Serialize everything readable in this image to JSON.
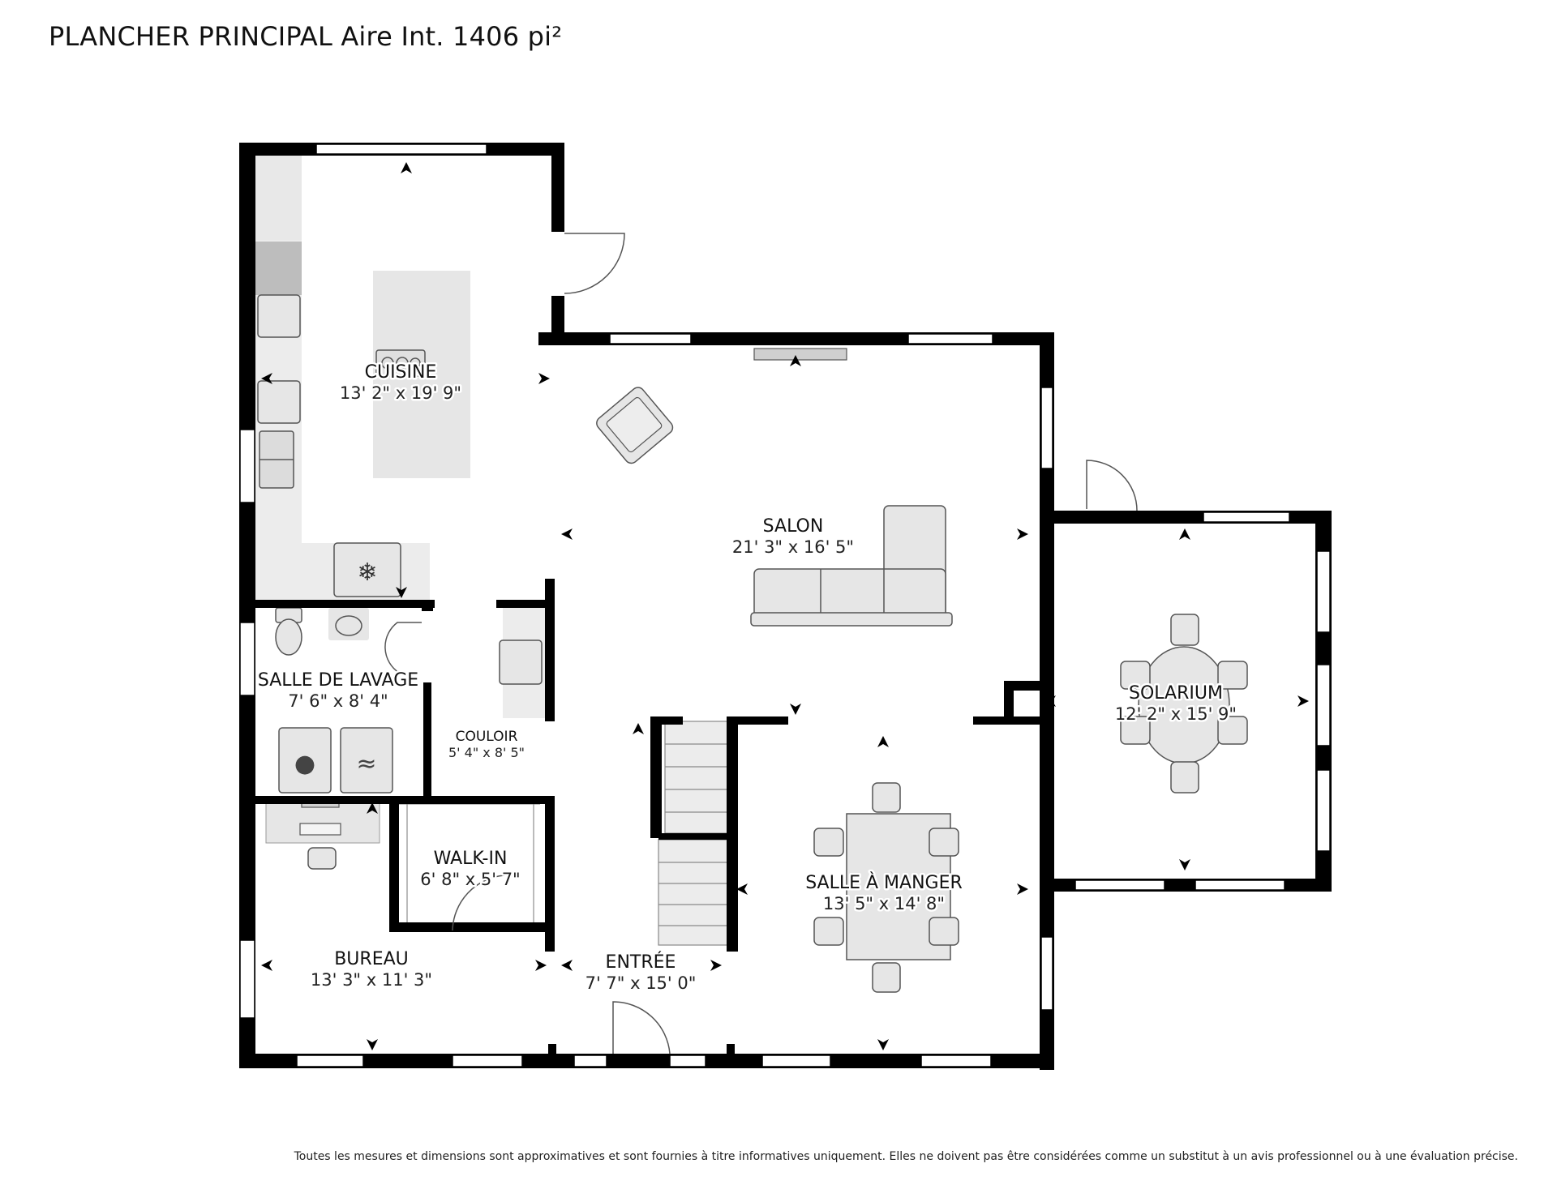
{
  "header": {
    "title": "PLANCHER PRINCIPAL Aire Int. 1406 pi²"
  },
  "rooms": {
    "cuisine": {
      "name": "CUISINE",
      "dims": "13' 2\" x 19' 9\""
    },
    "salon": {
      "name": "SALON",
      "dims": "21' 3\" x 16' 5\""
    },
    "salle_lavage": {
      "name": "SALLE DE LAVAGE",
      "dims": "7' 6\" x 8' 4\""
    },
    "couloir": {
      "name": "COULOIR",
      "dims": "5' 4\" x 8' 5\""
    },
    "walk_in": {
      "name": "WALK-IN",
      "dims": "6' 8\" x 5' 7\""
    },
    "bureau": {
      "name": "BUREAU",
      "dims": "13' 3\" x 11' 3\""
    },
    "entree": {
      "name": "ENTRÉE",
      "dims": "7' 7\" x 15' 0\""
    },
    "salle_a_manger": {
      "name": "SALLE À MANGER",
      "dims": "13' 5\" x 14' 8\""
    },
    "solarium": {
      "name": "SOLARIUM",
      "dims": "12' 2\" x 15' 9\""
    }
  },
  "footer": {
    "disclaimer": "Toutes les mesures et dimensions sont approximatives et sont fournies à titre informatives uniquement. Elles ne doivent pas être considérées comme un substitut à un avis professionnel ou à une évaluation précise."
  },
  "colors": {
    "wall": "#000000",
    "fixture_fill": "#e6e6e6",
    "fixture_stroke": "#555555",
    "window": "#ffffff",
    "counter": "#ececec",
    "stove": "#c0c0c0"
  },
  "icons": [
    "camera-arrow-icon",
    "snowflake-icon",
    "drop-icon",
    "wave-icon"
  ]
}
